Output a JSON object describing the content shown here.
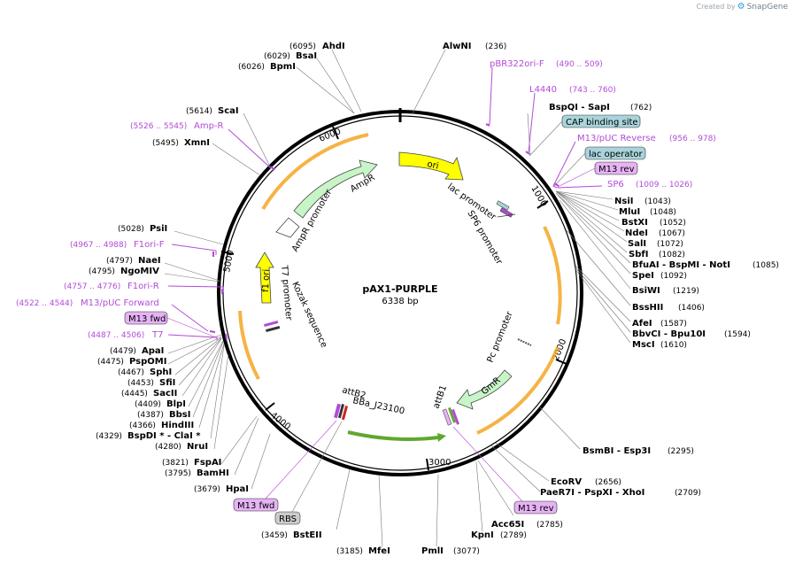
{
  "credit": {
    "prefix": "Created by",
    "brand": "SnapGene"
  },
  "plasmid": {
    "name": "pAX1-PURPLE",
    "size_label": "6338 bp",
    "length": 6338
  },
  "colors": {
    "primer": "#b24bd6",
    "amp_arrow": "#c8f5c8",
    "ori": "#ffff00",
    "orange": "#f5a623",
    "green_arrow": "#5fa830",
    "purple_box": "#e6b3f5",
    "teal_box": "#a9d4dc",
    "grey_box": "#cccccc"
  },
  "ticks": [
    {
      "label": "1000",
      "pos": 1000
    },
    {
      "label": "2000",
      "pos": 2000
    },
    {
      "label": "3000",
      "pos": 3000
    },
    {
      "label": "4000",
      "pos": 4000
    },
    {
      "label": "5000",
      "pos": 5000
    },
    {
      "label": "6000",
      "pos": 6000
    }
  ],
  "enzymes_left": [
    {
      "pos": "(6095)",
      "name": "AhdI"
    },
    {
      "pos": "(6029)",
      "name": "BsaI"
    },
    {
      "pos": "(6026)",
      "name": "BpmI"
    },
    {
      "pos": "(5614)",
      "name": "ScaI"
    },
    {
      "pos": "(5495)",
      "name": "XmnI"
    },
    {
      "pos": "(5028)",
      "name": "PsiI"
    },
    {
      "pos": "(4797)",
      "name": "NaeI"
    },
    {
      "pos": "(4795)",
      "name": "NgoMIV"
    },
    {
      "pos": "(4479)",
      "name": "ApaI"
    },
    {
      "pos": "(4475)",
      "name": "PspOMI"
    },
    {
      "pos": "(4467)",
      "name": "SphI"
    },
    {
      "pos": "(4453)",
      "name": "SfiI"
    },
    {
      "pos": "(4445)",
      "name": "SacII"
    },
    {
      "pos": "(4409)",
      "name": "BlpI"
    },
    {
      "pos": "(4387)",
      "name": "BbsI"
    },
    {
      "pos": "(4366)",
      "name": "HindIII"
    },
    {
      "pos": "(4329)",
      "name": "BspDI * - ClaI *"
    },
    {
      "pos": "(4280)",
      "name": "NruI"
    },
    {
      "pos": "(3821)",
      "name": "FspAI"
    },
    {
      "pos": "(3795)",
      "name": "BamHI"
    },
    {
      "pos": "(3679)",
      "name": "HpaI"
    },
    {
      "pos": "(3459)",
      "name": "BstEII"
    },
    {
      "pos": "(3185)",
      "name": "MfeI"
    }
  ],
  "enzymes_right": [
    {
      "name": "AlwNI",
      "pos": "(236)"
    },
    {
      "name": "BspQI - SapI",
      "pos": "(762)"
    },
    {
      "name": "NsiI",
      "pos": "(1043)"
    },
    {
      "name": "MluI",
      "pos": "(1048)"
    },
    {
      "name": "BstXI",
      "pos": "(1052)"
    },
    {
      "name": "NdeI",
      "pos": "(1067)"
    },
    {
      "name": "SalI",
      "pos": "(1072)"
    },
    {
      "name": "SbfI",
      "pos": "(1082)"
    },
    {
      "name": "BfuAI - BspMI - NotI",
      "pos": "(1085)"
    },
    {
      "name": "SpeI",
      "pos": "(1092)"
    },
    {
      "name": "BsiWI",
      "pos": "(1219)"
    },
    {
      "name": "BssHII",
      "pos": "(1406)"
    },
    {
      "name": "AfeI",
      "pos": "(1587)"
    },
    {
      "name": "BbvCI - Bpu10I",
      "pos": "(1594)"
    },
    {
      "name": "MscI",
      "pos": "(1610)"
    },
    {
      "name": "BsmBI - Esp3I",
      "pos": "(2295)"
    },
    {
      "name": "EcoRV",
      "pos": "(2656)"
    },
    {
      "name": "PaeR7I - PspXI - XhoI",
      "pos": "(2709)"
    },
    {
      "name": "Acc65I",
      "pos": "(2785)"
    },
    {
      "name": "KpnI",
      "pos": "(2789)"
    },
    {
      "name": "PmlI",
      "pos": "(3077)"
    }
  ],
  "primers": [
    {
      "name": "pBR322ori-F",
      "range": "(490 .. 509)"
    },
    {
      "name": "L4440",
      "range": "(743 .. 760)"
    },
    {
      "name": "M13/pUC Reverse",
      "range": "(956 .. 978)"
    },
    {
      "name": "SP6",
      "range": "(1009 .. 1026)"
    },
    {
      "name": "Amp-R",
      "range": "(5526 .. 5545)"
    },
    {
      "name": "F1ori-F",
      "range": "(4967 .. 4988)"
    },
    {
      "name": "F1ori-R",
      "range": "(4757 .. 4776)"
    },
    {
      "name": "M13/pUC Forward",
      "range": "(4522 .. 4544)"
    },
    {
      "name": "T7",
      "range": "(4487 .. 4506)"
    }
  ],
  "boxes": {
    "cap": "CAP binding site",
    "lacop": "lac operator",
    "m13rev_top": "M13 rev",
    "m13fwd_left": "M13 fwd",
    "m13fwd_bottom": "M13 fwd",
    "rbs": "RBS",
    "m13rev_bottom": "M13 rev"
  },
  "features": {
    "ori": "ori",
    "ampr": "AmpR",
    "ampr_promoter": "AmpR promoter",
    "lac_promoter": "lac promoter",
    "sp6_promoter": "SP6 promoter",
    "f1_ori": "f1 ori",
    "t7_promoter": "T7 promoter",
    "kozak": "Kozak sequence",
    "pc_promoter": "Pc promoter",
    "gmr": "GmR",
    "attb1": "attB1",
    "attb2": "attB2",
    "bba": "BBa_J23100"
  }
}
